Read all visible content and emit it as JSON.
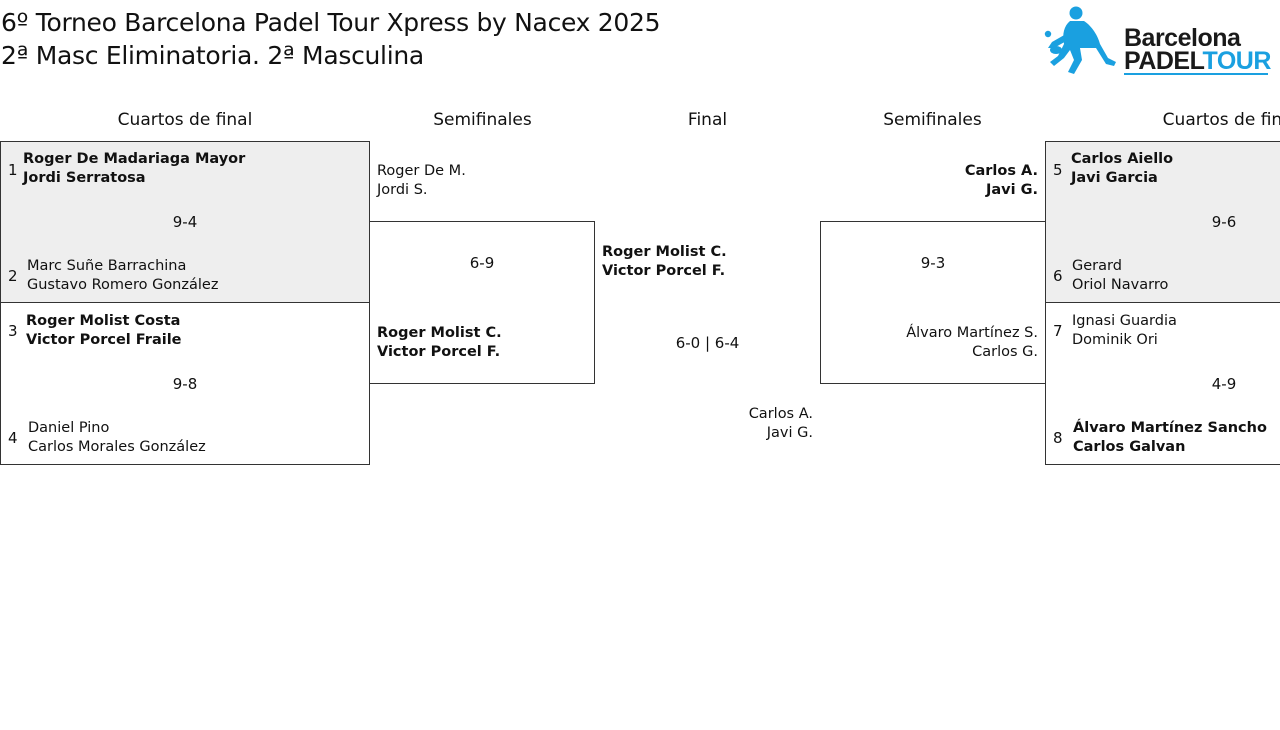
{
  "header": {
    "title_line1": "6º Torneo Barcelona Padel Tour Xpress by Nacex 2025",
    "title_line2": "2ª Masc Eliminatoria. 2ª Masculina"
  },
  "logo": {
    "word1": "Barcelona",
    "word2a": "PADEL",
    "word2b": "TOUR",
    "icon": "padel-player-icon",
    "color_dark": "#1a1a1a",
    "color_blue": "#1aa0e0"
  },
  "rounds": {
    "qf_left": "Cuartos de final",
    "sf_left": "Semifinales",
    "final": "Final",
    "sf_right": "Semifinales",
    "qf_right": "Cuartos de final"
  },
  "qf_left": [
    {
      "score": "9-4",
      "team_a": {
        "seed": "1",
        "p1": "Roger De Madariaga Mayor",
        "p2": "Jordi Serratosa"
      },
      "team_b": {
        "seed": "2",
        "p1": "Marc Suñe Barrachina",
        "p2": "Gustavo Romero González"
      }
    },
    {
      "score": "9-8",
      "team_a": {
        "seed": "3",
        "p1": "Roger Molist Costa",
        "p2": "Victor Porcel Fraile"
      },
      "team_b": {
        "seed": "4",
        "p1": "Daniel Pino",
        "p2": "Carlos Morales González"
      }
    }
  ],
  "sf_left": {
    "score": "6-9",
    "team_a": {
      "p1": "Roger De M.",
      "p2": "Jordi S."
    },
    "team_b": {
      "p1": "Roger Molist C.",
      "p2": "Victor Porcel F."
    }
  },
  "final": {
    "score": "6-0 | 6-4",
    "team_a": {
      "p1": "Roger Molist C.",
      "p2": "Victor Porcel F."
    },
    "team_b": {
      "p1": "Carlos A.",
      "p2": "Javi G."
    }
  },
  "sf_right": {
    "score": "9-3",
    "team_a": {
      "p1": "Carlos A.",
      "p2": "Javi G."
    },
    "team_b": {
      "p1": "Álvaro Martínez S.",
      "p2": "Carlos G."
    }
  },
  "qf_right": [
    {
      "score": "9-6",
      "team_a": {
        "seed": "5",
        "p1": "Carlos Aiello",
        "p2": "Javi Garcia"
      },
      "team_b": {
        "seed": "6",
        "p1": "Gerard",
        "p2": "Oriol Navarro"
      }
    },
    {
      "score": "4-9",
      "team_a": {
        "seed": "7",
        "p1": "Ignasi Guardia",
        "p2": "Dominik Ori"
      },
      "team_b": {
        "seed": "8",
        "p1": "Álvaro Martínez Sancho",
        "p2": "Carlos Galvan"
      }
    }
  ],
  "colors": {
    "winner_bg": "#eeeeee",
    "border": "#333333",
    "text": "#111111"
  }
}
